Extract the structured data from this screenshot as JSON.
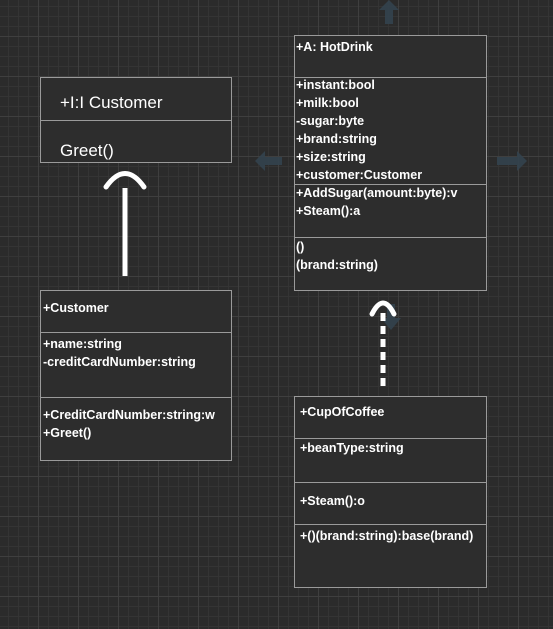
{
  "interface_box": {
    "name": "+I:I Customer",
    "methods": [
      "Greet()"
    ]
  },
  "customer_box": {
    "name": "+Customer",
    "attributes": [
      "+name:string",
      "-creditCardNumber:string"
    ],
    "methods": [
      "+CreditCardNumber:string:w",
      "+Greet()"
    ]
  },
  "hotdrink_box": {
    "name": "+A: HotDrink",
    "attributes": [
      "+instant:bool",
      "+milk:bool",
      "-sugar:byte",
      "+brand:string",
      "+size:string",
      "+customer:Customer"
    ],
    "methods": [
      "+AddSugar(amount:byte):v",
      "+Steam():a"
    ],
    "constructors": [
      "()",
      "(brand:string)"
    ]
  },
  "coffee_box": {
    "name": "+CupOfCoffee",
    "attributes": [
      "+beanType:string"
    ],
    "methods": [
      "+Steam():o"
    ],
    "constructors": [
      "+()(brand:string):base(brand)"
    ]
  },
  "colors": {
    "background": "#2b2b2b",
    "box_fill": "#2d2d2d",
    "box_border": "#9a9a9a",
    "text": "#ffffff",
    "ghost_arrow": "#3a4a55"
  }
}
